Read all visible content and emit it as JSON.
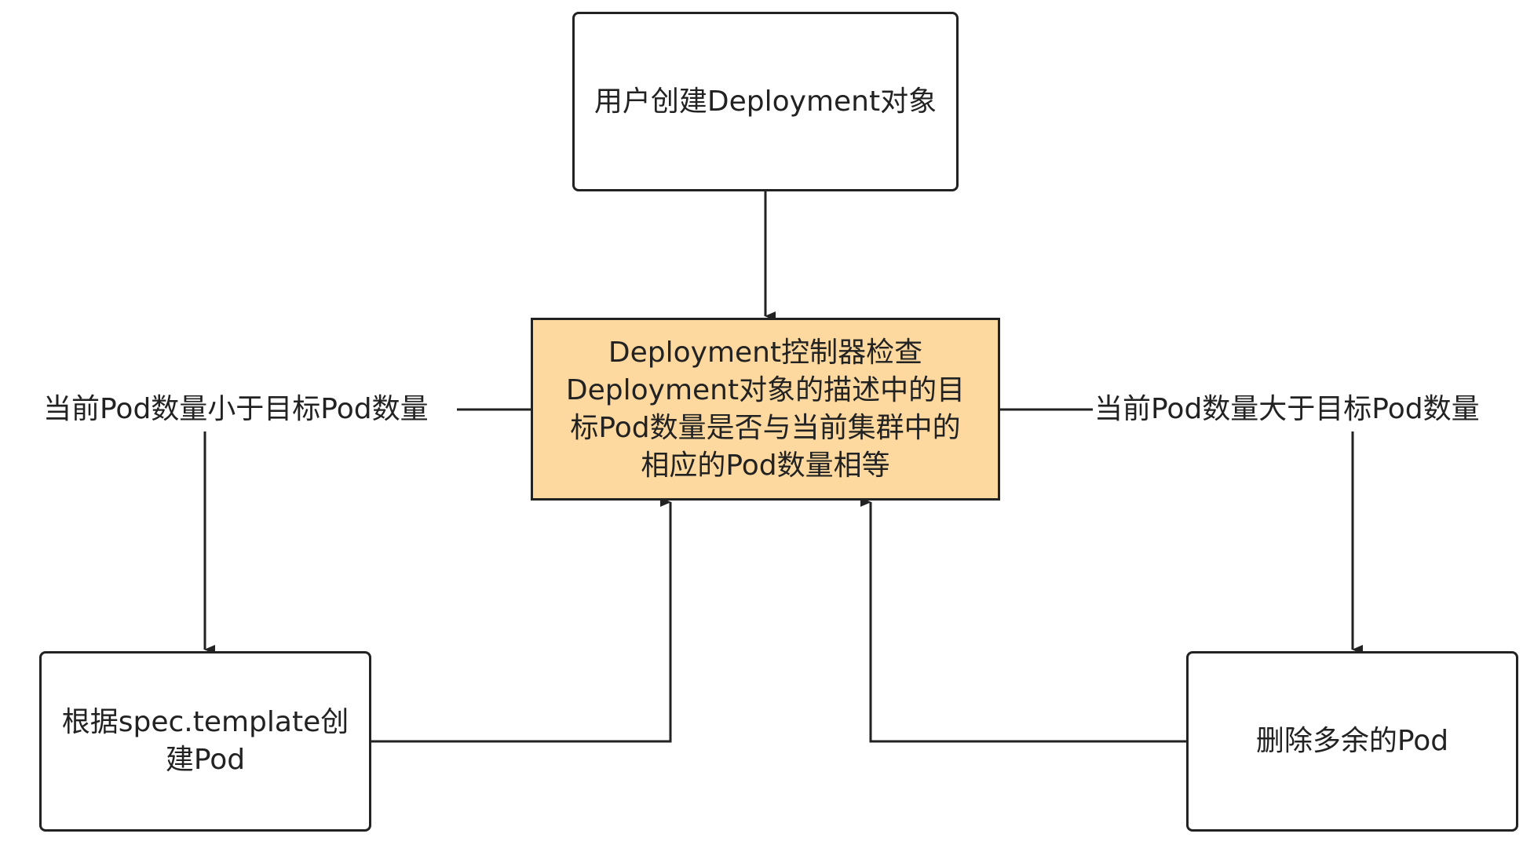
{
  "nodes": {
    "start": {
      "text": "用户创建Deployment对象"
    },
    "check": {
      "text": "Deployment控制器检查Deployment对象的描述中的目标Pod数量是否与当前集群中的相应的Pod数量相等"
    },
    "create": {
      "text": "根据spec.template创建Pod"
    },
    "delete": {
      "text": "删除多余的Pod"
    }
  },
  "edges": {
    "less": {
      "label": "当前Pod数量小于目标Pod数量"
    },
    "more": {
      "label": "当前Pod数量大于目标Pod数量"
    }
  },
  "colors": {
    "check_fill": "#FDD9A0",
    "stroke": "#222222"
  }
}
